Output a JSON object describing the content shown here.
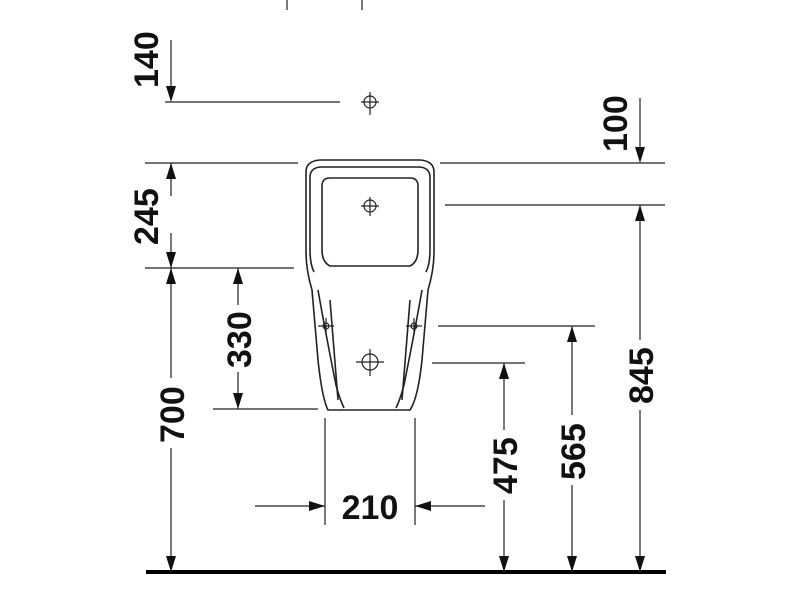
{
  "diagram": {
    "kind": "urinal installation dimension drawing",
    "dimensions": {
      "d140": "140",
      "d100": "100",
      "d245": "245",
      "d330": "330",
      "d700": "700",
      "d845": "845",
      "d565": "565",
      "d475": "475",
      "d210": "210"
    },
    "colors": {
      "line": "#222222",
      "text": "#111111",
      "background": "#ffffff"
    }
  }
}
